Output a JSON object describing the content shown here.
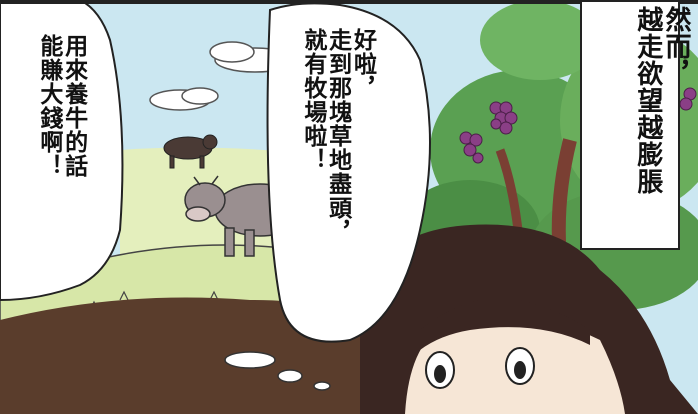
{
  "caption": {
    "lines": [
      "然而，",
      "越走欲望越膨脹"
    ]
  },
  "speech_bubble": {
    "lines": [
      "好啦，",
      "走到那塊草地盡頭，",
      "就有牧場啦！"
    ]
  },
  "thought_bubble": {
    "lines": [
      "用來養牛的話",
      "能賺大錢啊！"
    ]
  },
  "palette": {
    "sky": "#c9e6ef",
    "meadow": "#d7e7a8",
    "tree_green": "#5aa052",
    "grape_purple": "#8a3f86",
    "hair": "#3a2622",
    "foreground": "#5a3d2c"
  }
}
